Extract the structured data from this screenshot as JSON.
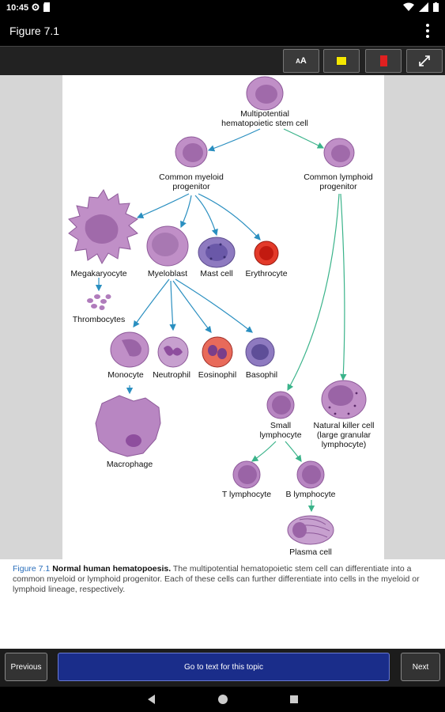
{
  "status_bar": {
    "time": "10:45",
    "icons": [
      "gear-icon",
      "sd-card-icon",
      "wifi-icon",
      "signal-icon",
      "battery-icon"
    ]
  },
  "app_bar": {
    "title": "Figure 7.1"
  },
  "toolbar": {
    "font_size_label_small": "A",
    "font_size_label_large": "A",
    "highlight_yellow_color": "#f4e700",
    "highlight_red_color": "#e02020"
  },
  "figure": {
    "labels": {
      "stem_cell_1": "Multipotential",
      "stem_cell_2": "hematopoietic stem cell",
      "myeloid_1": "Common myeloid",
      "myeloid_2": "progenitor",
      "lymphoid_1": "Common lymphoid",
      "lymphoid_2": "progenitor",
      "megakaryocyte": "Megakaryocyte",
      "myeloblast": "Myeloblast",
      "mast_cell": "Mast cell",
      "erythrocyte": "Erythrocyte",
      "thrombocytes": "Thrombocytes",
      "monocyte": "Monocyte",
      "neutrophil": "Neutrophil",
      "eosinophil": "Eosinophil",
      "basophil": "Basophil",
      "macrophage": "Macrophage",
      "small_lymphocyte_1": "Small",
      "small_lymphocyte_2": "lymphocyte",
      "nk_1": "Natural killer cell",
      "nk_2": "(large granular",
      "nk_3": "lymphocyte)",
      "t_lymphocyte": "T lymphocyte",
      "b_lymphocyte": "B lymphocyte",
      "plasma_cell": "Plasma cell"
    }
  },
  "caption": {
    "figure_number": "Figure 7.1",
    "title": "Normal human hematopoesis.",
    "text": "The multipotential hematopoietic stem cell can differentiate into a common myeloid or lymphoid progenitor. Each of these cells can further differentiate into cells in the myeloid or lymphoid lineage, respectively."
  },
  "bottom_nav": {
    "previous_label": "Previous",
    "go_to_text_label": "Go to text for this topic",
    "next_label": "Next"
  },
  "colors": {
    "cell_purple": "#b57cc0",
    "arrow_blue": "#2a8fc0",
    "arrow_green": "#3ab38a",
    "caption_link": "#2a6ebb"
  }
}
